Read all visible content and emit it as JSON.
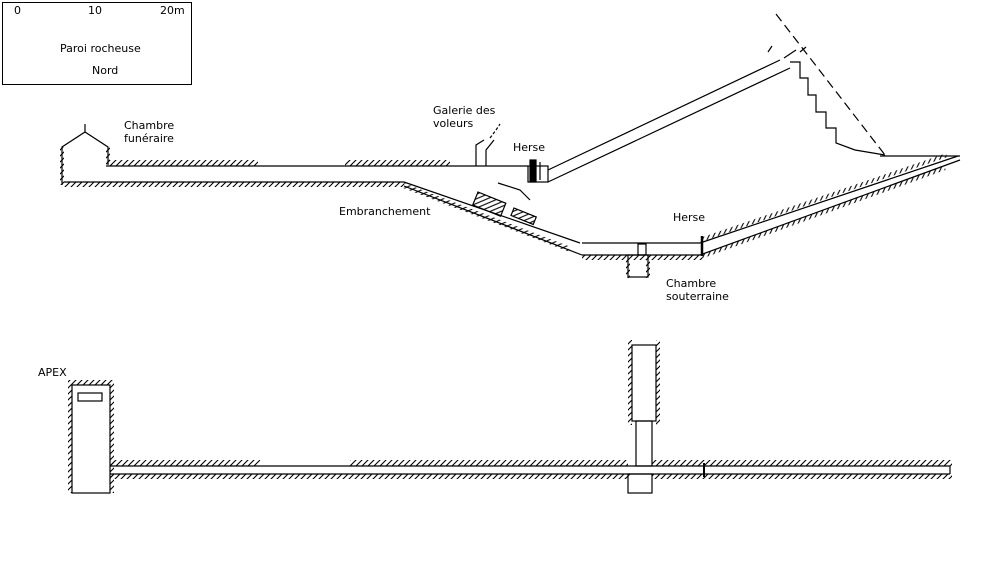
{
  "legend": {
    "scale_ticks": [
      "0",
      "10",
      "20m"
    ],
    "rock_wall_label": "Paroi rocheuse",
    "north_label": "Nord"
  },
  "labels": {
    "burial_chamber": [
      "Chambre",
      "funéraire"
    ],
    "thieves_gallery": [
      "Galerie des",
      "voleurs"
    ],
    "portcullis_upper": "Herse",
    "junction": "Embranchement",
    "portcullis_lower": "Herse",
    "subterranean_chamber": [
      "Chambre",
      "souterraine"
    ],
    "apex": "APEX"
  }
}
